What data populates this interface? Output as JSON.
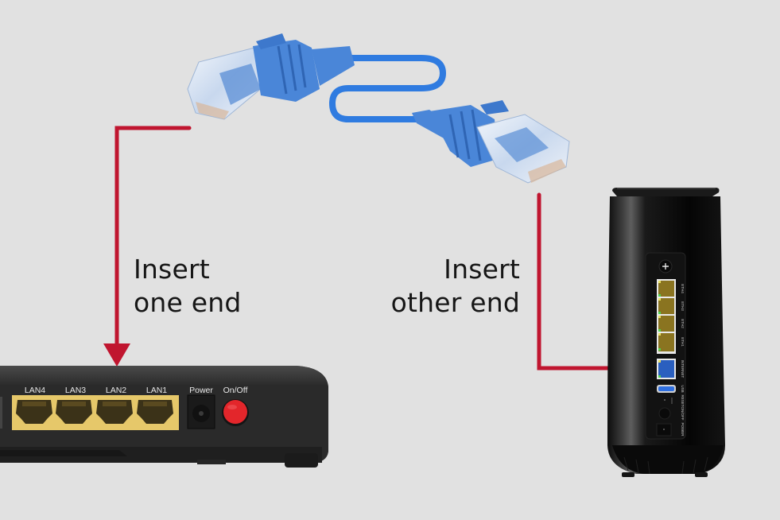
{
  "diagram": {
    "title": "Ethernet cable connection instructions",
    "steps": [
      {
        "line1": "Insert",
        "line2": "one end",
        "target": "LAN port on modem"
      },
      {
        "line1": "Insert",
        "line2": "other end",
        "target": "INTERNET port on tower router"
      }
    ],
    "colors": {
      "background": "#e1e1e1",
      "arrow": "#c0152f",
      "cable": "#2f7be0",
      "connector_boot": "#4a86d8",
      "lan_port_frame": "#e6c86a",
      "power_button": "#e3262b",
      "device_body": "#262626"
    },
    "modem": {
      "ports": [
        {
          "label": "LAN4"
        },
        {
          "label": "LAN3"
        },
        {
          "label": "LAN2"
        },
        {
          "label": "LAN1"
        }
      ],
      "power_label": "Power",
      "switch_label": "On/Off"
    },
    "tower": {
      "top_button_icon": "plus-icon",
      "ports": [
        {
          "label": "ETH4"
        },
        {
          "label": "ETH3"
        },
        {
          "label": "ETH2"
        },
        {
          "label": "ETH1"
        },
        {
          "label": "INTERNET"
        },
        {
          "label": "USB"
        },
        {
          "label": "RESET"
        },
        {
          "label": "ON/OFF"
        },
        {
          "label": "POWER"
        }
      ]
    }
  }
}
